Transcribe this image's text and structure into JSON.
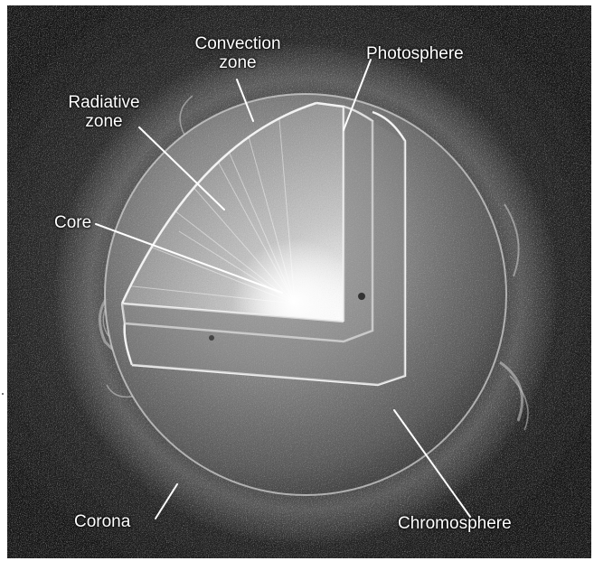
{
  "labels": {
    "convection_zone": [
      "Convection",
      "zone"
    ],
    "photosphere": "Photosphere",
    "radiative_zone": [
      "Radiative",
      "zone"
    ],
    "core": "Core",
    "corona": "Corona",
    "chromosphere": "Chromosphere"
  },
  "colors": {
    "background": "#1a1a1a",
    "label_text": "#ffffff",
    "leader_lines": "#ffffff",
    "core_glow": "#ffffff"
  }
}
